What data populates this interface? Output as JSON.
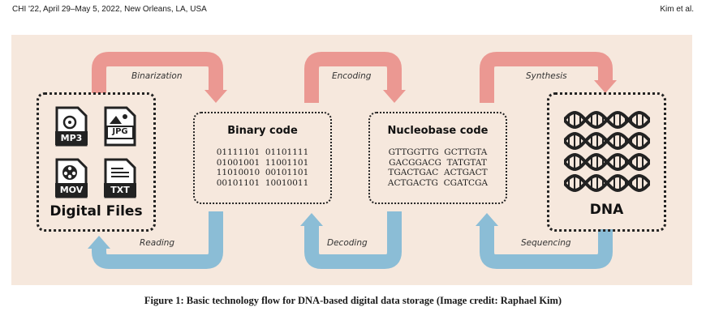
{
  "header": {
    "left": "CHI '22, April 29–May 5, 2022, New Orleans, LA, USA",
    "right": "Kim et al."
  },
  "colors": {
    "background": "#f6e8dd",
    "forward_arrow": "#eb9892",
    "backward_arrow": "#8bbdd6",
    "ink": "#222222"
  },
  "digital_files": {
    "title": "Digital Files",
    "icons": [
      {
        "name": "mp3-file-icon",
        "label": "MP3"
      },
      {
        "name": "jpg-file-icon",
        "label": "JPG"
      },
      {
        "name": "mov-file-icon",
        "label": "MOV"
      },
      {
        "name": "txt-file-icon",
        "label": "TXT"
      }
    ]
  },
  "binary": {
    "title": "Binary code",
    "lines": [
      "01111101  01101111",
      "01001001  11001101",
      "11010010  00101101",
      "00101101  10010011"
    ]
  },
  "nucleobase": {
    "title": "Nucleobase code",
    "lines": [
      "GTTGGTTG  GCTTGTA",
      "GACGGACG  TATGTAT",
      "TGACTGAC  ACTGACT",
      "ACTGACTG  CGATCGA"
    ]
  },
  "dna": {
    "title": "DNA",
    "icon": "dna-helix-icon"
  },
  "arrows": {
    "binarization": "Binarization",
    "encoding": "Encoding",
    "synthesis": "Synthesis",
    "reading": "Reading",
    "decoding": "Decoding",
    "sequencing": "Sequencing"
  },
  "caption": "Figure 1: Basic technology flow for DNA-based digital data storage (Image credit: Raphael Kim)"
}
